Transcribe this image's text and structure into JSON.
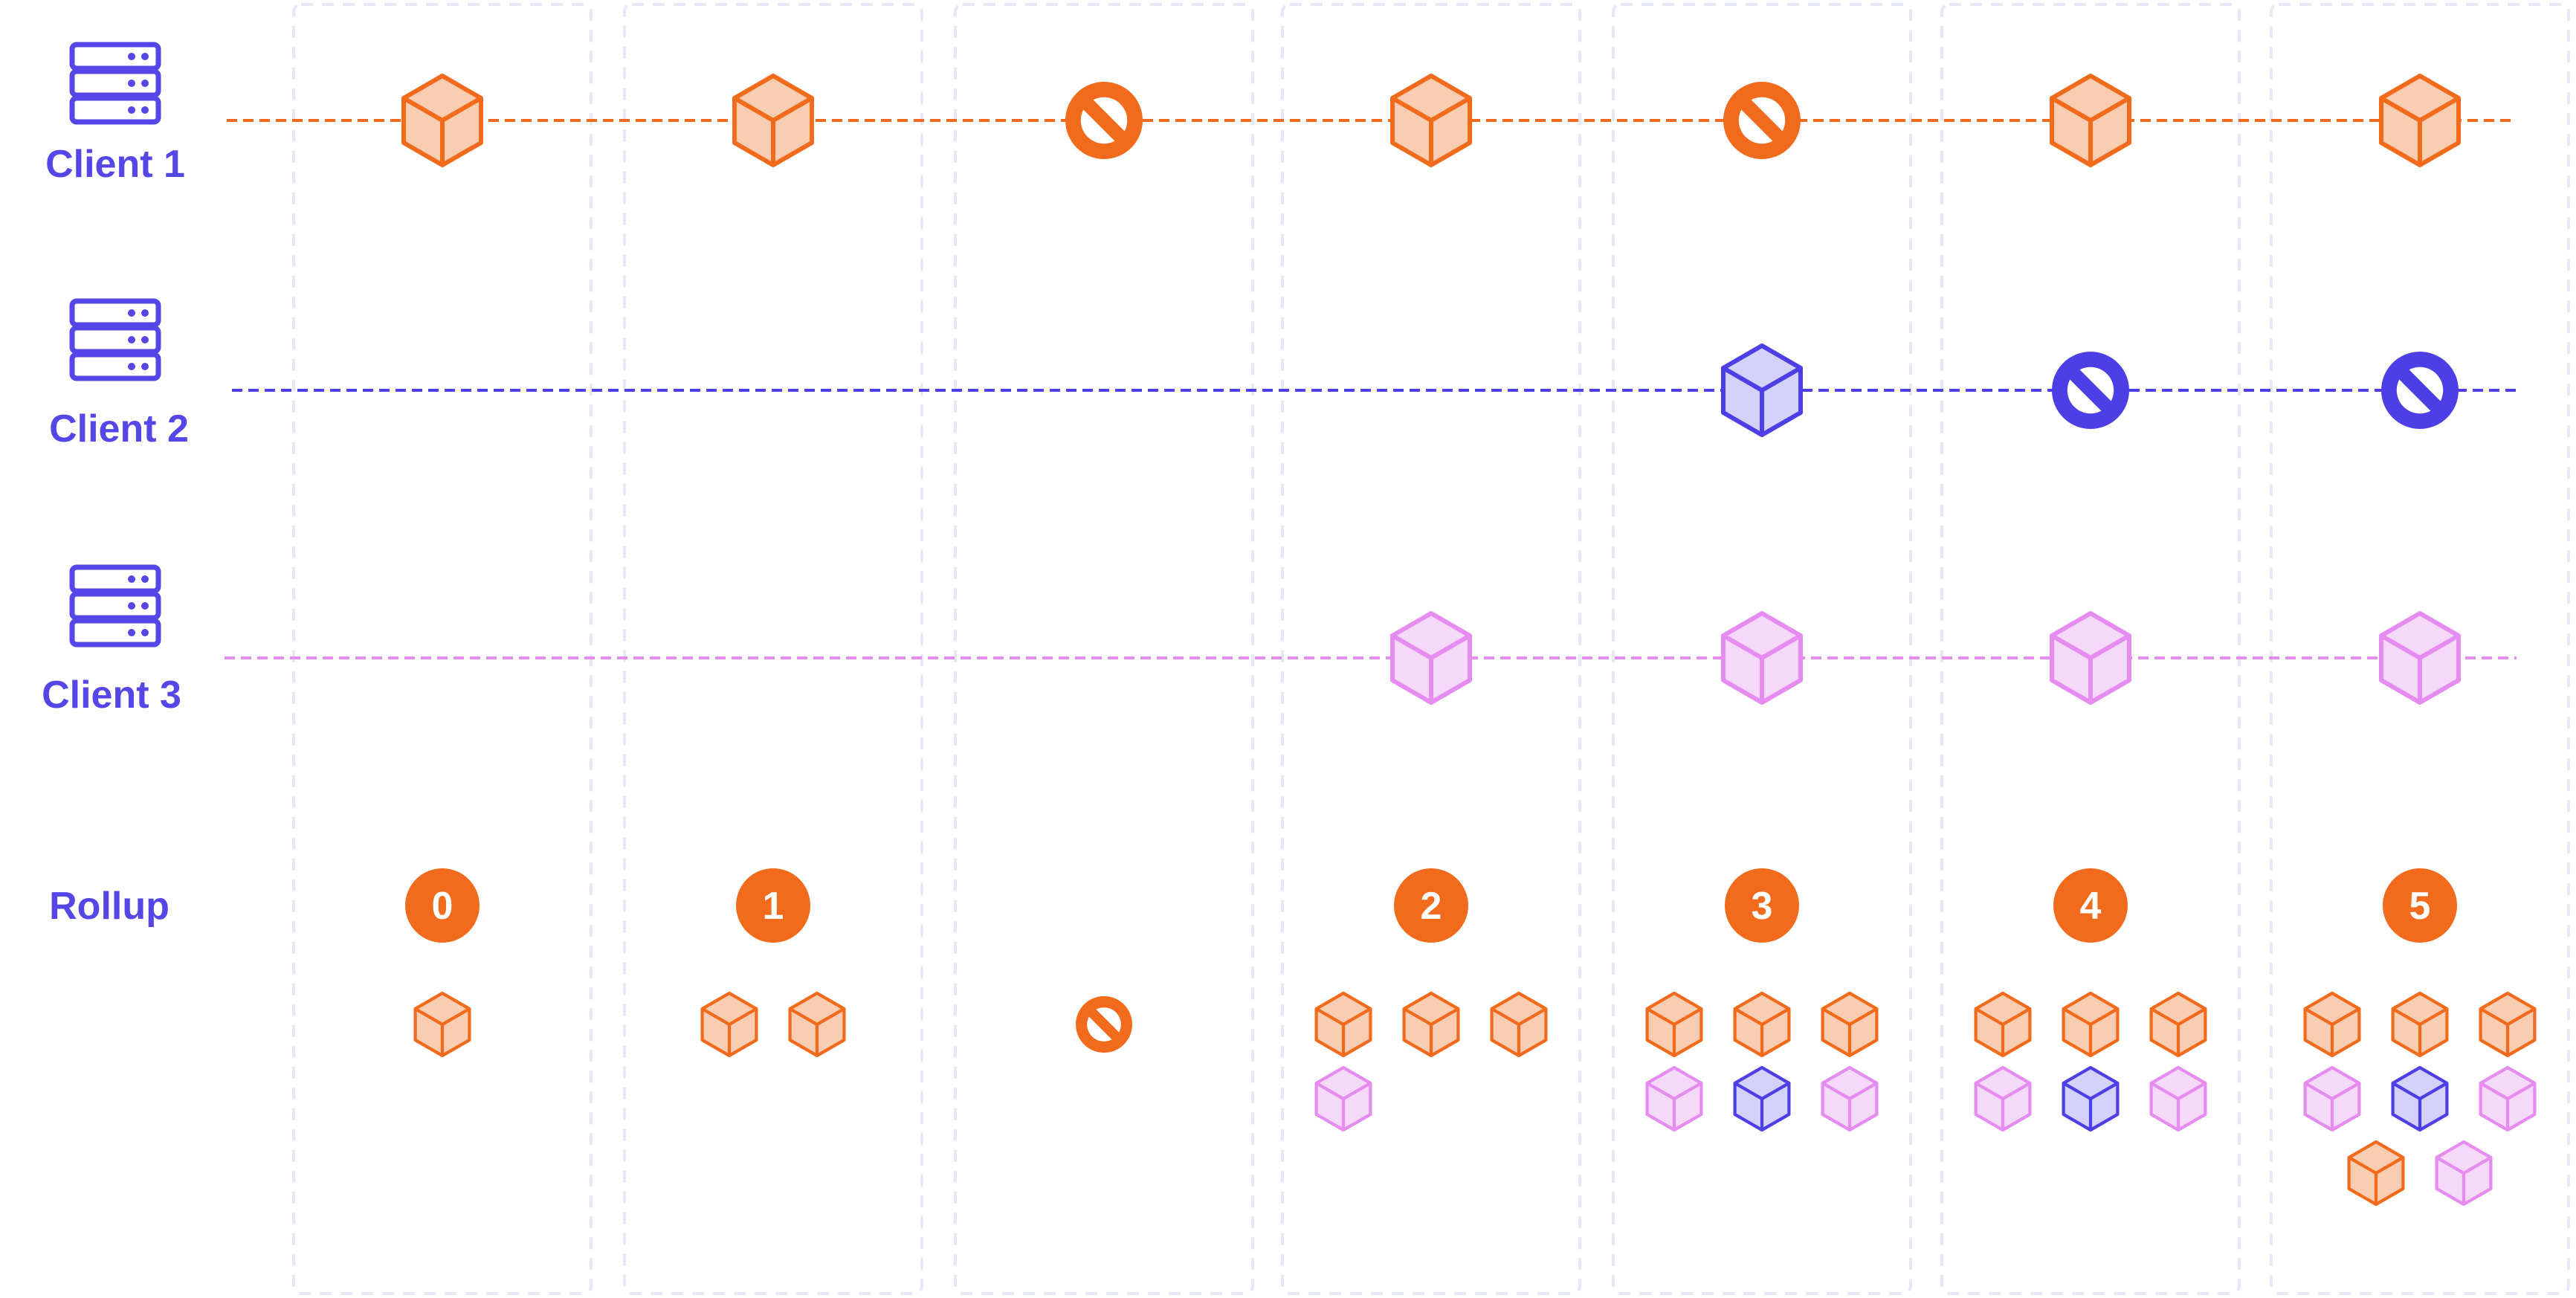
{
  "colors": {
    "client_1": "#f26a1b",
    "client_1_fill": "#f8cdb1",
    "client_2": "#4c3fe6",
    "client_2_fill": "#d4d2fa",
    "client_3": "#e68cf0",
    "client_3_fill": "#f4d9f8",
    "label": "#5546e8",
    "rollup_badge": "#f26a1b",
    "column_border": "#e6e8f5"
  },
  "rows": [
    {
      "id": "client-1",
      "label": "Client 1",
      "icon": "server-icon",
      "color_key": "client_1"
    },
    {
      "id": "client-2",
      "label": "Client 2",
      "icon": "server-icon",
      "color_key": "client_2"
    },
    {
      "id": "client-3",
      "label": "Client 3",
      "icon": "server-icon",
      "color_key": "client_3"
    }
  ],
  "rollup_label": "Rollup",
  "slots": [
    {
      "client_1": "block",
      "client_2": "none",
      "client_3": "none",
      "rollup": "0",
      "contents": [
        [
          "client_1"
        ]
      ]
    },
    {
      "client_1": "block",
      "client_2": "none",
      "client_3": "none",
      "rollup": "1",
      "contents": [
        [
          "client_1",
          "client_1"
        ]
      ]
    },
    {
      "client_1": "skip",
      "client_2": "none",
      "client_3": "none",
      "rollup": null,
      "contents": [
        [
          "skip"
        ]
      ]
    },
    {
      "client_1": "block",
      "client_2": "none",
      "client_3": "block",
      "rollup": "2",
      "contents": [
        [
          "client_1",
          "client_1",
          "client_1"
        ],
        [
          "client_3"
        ]
      ]
    },
    {
      "client_1": "skip",
      "client_2": "block",
      "client_3": "block",
      "rollup": "3",
      "contents": [
        [
          "client_1",
          "client_1",
          "client_1"
        ],
        [
          "client_3",
          "client_2",
          "client_3"
        ]
      ]
    },
    {
      "client_1": "block",
      "client_2": "skip",
      "client_3": "block",
      "rollup": "4",
      "contents": [
        [
          "client_1",
          "client_1",
          "client_1"
        ],
        [
          "client_3",
          "client_2",
          "client_3"
        ]
      ]
    },
    {
      "client_1": "block",
      "client_2": "skip",
      "client_3": "block",
      "rollup": "5",
      "contents": [
        [
          "client_1",
          "client_1",
          "client_1"
        ],
        [
          "client_3",
          "client_2",
          "client_3"
        ],
        [
          "client_1",
          "client_3"
        ]
      ]
    }
  ]
}
